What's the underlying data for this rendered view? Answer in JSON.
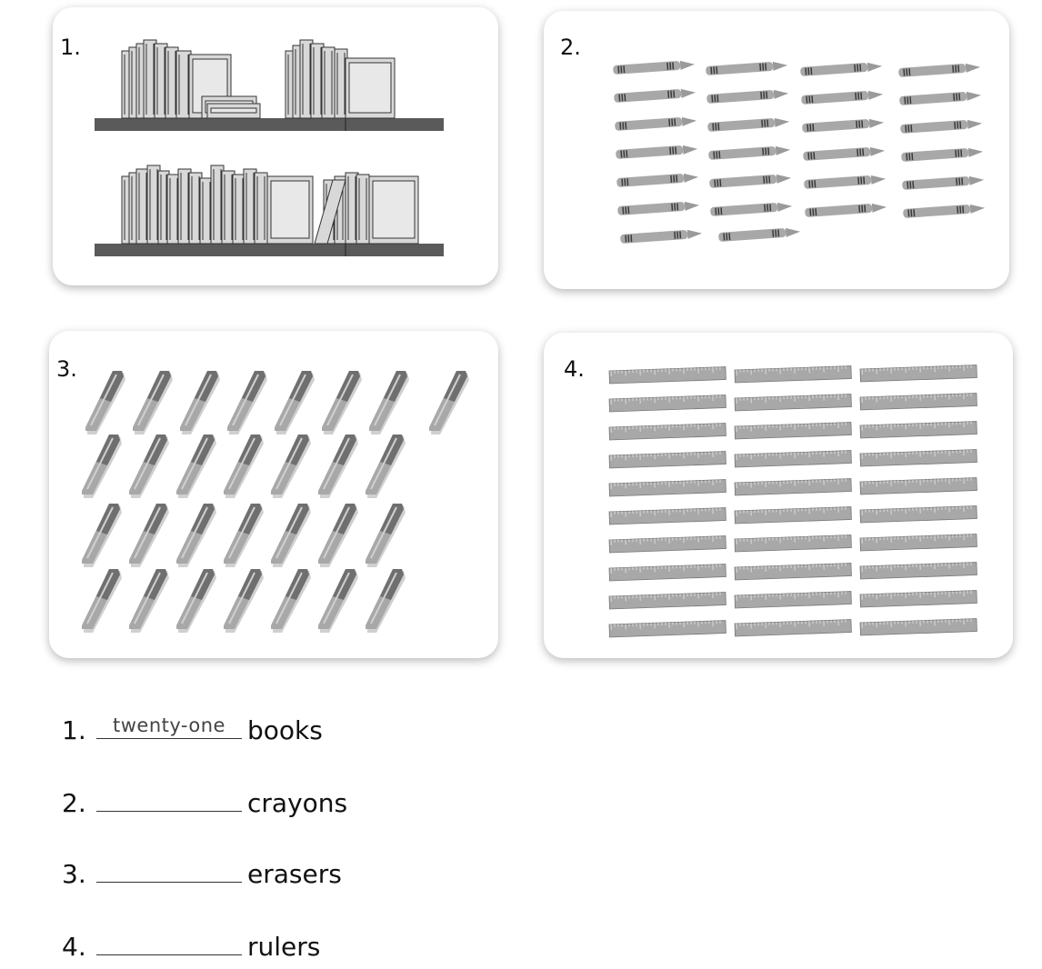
{
  "cards": [
    {
      "number": "1.",
      "item": "books",
      "item_icon": "book-icon"
    },
    {
      "number": "2.",
      "item": "crayons",
      "item_icon": "crayon-icon",
      "count": 26
    },
    {
      "number": "3.",
      "item": "erasers",
      "item_icon": "eraser-icon",
      "count": 29
    },
    {
      "number": "4.",
      "item": "rulers",
      "item_icon": "ruler-icon",
      "count": 30
    }
  ],
  "answers": [
    {
      "number": "1.",
      "answer": "twenty-one",
      "noun": "books"
    },
    {
      "number": "2.",
      "answer": "",
      "noun": "crayons"
    },
    {
      "number": "3.",
      "answer": "",
      "noun": "erasers"
    },
    {
      "number": "4.",
      "answer": "",
      "noun": "rulers"
    }
  ],
  "colors": {
    "item_fill": "#a8a8a8",
    "item_dark": "#6f6f6f",
    "book_fill": "#d8d8d8",
    "shelf": "#5a5a5a"
  }
}
